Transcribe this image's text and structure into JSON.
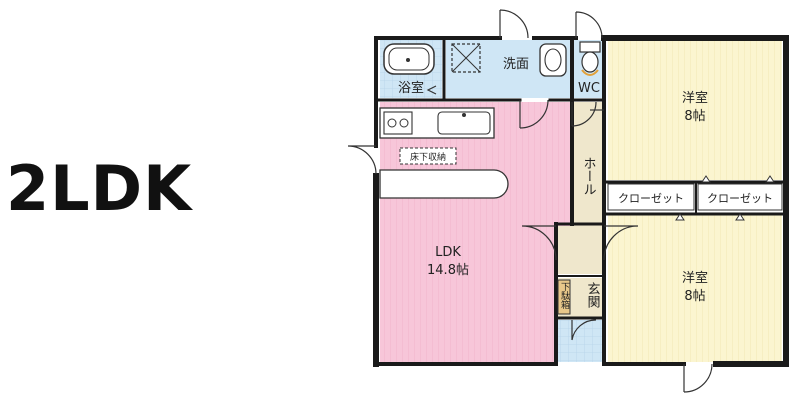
{
  "layout_type": "2LDK",
  "rooms": {
    "ldk": {
      "name": "LDK",
      "size": "14.8帖"
    },
    "bedroom_north": {
      "name": "洋室",
      "size": "8帖"
    },
    "bedroom_south": {
      "name": "洋室",
      "size": "8帖"
    },
    "bath": "浴室",
    "washroom": "洗面",
    "toilet": "WC",
    "hall": "ホール",
    "entrance": "玄関",
    "closet_left": "クローゼット",
    "closet_right": "クローゼット",
    "underfloor_storage": "床下収納",
    "shoe_storage": "下駄箱"
  },
  "colors": {
    "ldk": "#f7c6d9",
    "bedroom": "#fbf5d0",
    "wet_area": "#cfe6f5",
    "hall": "#efe7cc",
    "wall": "#1a1a1a"
  }
}
